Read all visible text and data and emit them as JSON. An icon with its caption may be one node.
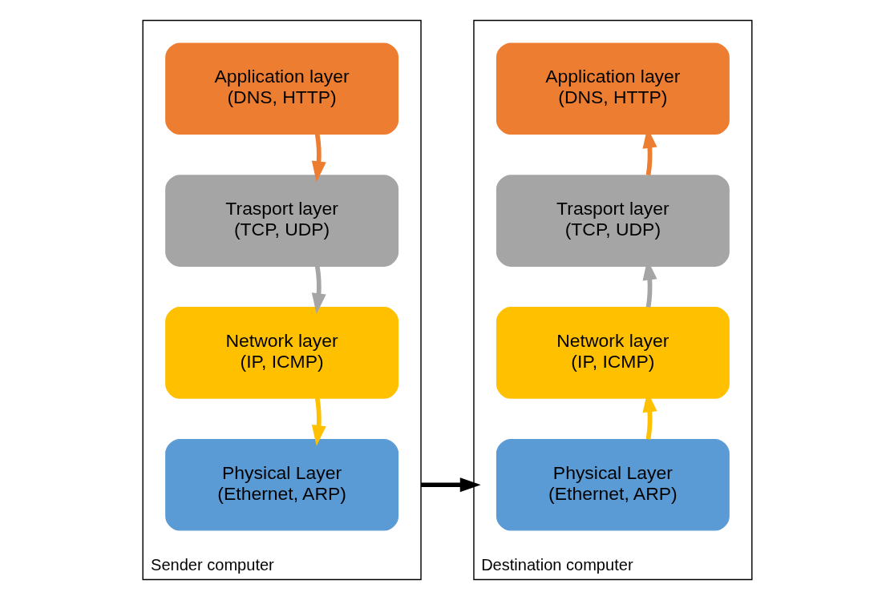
{
  "diagram": {
    "nodes": [
      {
        "text": [
          "Sender computer"
        ]
      },
      {
        "text": [
          "Application layer",
          "(DNS, HTTP)"
        ],
        "in": 0
      },
      {
        "text": [
          "Trasport layer",
          "(TCP, UDP)"
        ],
        "in": 0
      },
      {
        "text": [
          "Network layer",
          "(IP, ICMP)"
        ],
        "in": 0
      },
      {
        "text": [
          "Physical Layer",
          "(Ethernet, ARP)"
        ],
        "in": 0
      },
      {
        "text": [
          "Destination computer"
        ]
      },
      {
        "text": [
          "Application layer",
          "(DNS, HTTP)"
        ],
        "in": 5
      },
      {
        "text": [
          "Trasport layer",
          "(TCP, UDP)"
        ],
        "in": 5
      },
      {
        "text": [
          "Network layer",
          "(IP, ICMP)"
        ],
        "in": 5
      },
      {
        "text": [
          "Physical Layer",
          "(Ethernet, ARP)"
        ],
        "in": 5
      }
    ],
    "edges": [
      {
        "from": 1,
        "to": 2,
        "arrow": "to",
        "color": "#ed7d31"
      },
      {
        "from": 2,
        "to": 3,
        "arrow": "to",
        "color": "#a5a5a5"
      },
      {
        "from": 3,
        "to": 4,
        "arrow": "to",
        "color": "#ffc000"
      },
      {
        "from": 0,
        "to": 5,
        "arrow": "to",
        "color": "#000000"
      },
      {
        "from": 9,
        "to": 8,
        "arrow": "to",
        "color": "#ffc000"
      },
      {
        "from": 8,
        "to": 7,
        "arrow": "to",
        "color": "#a5a5a5"
      },
      {
        "from": 7,
        "to": 6,
        "arrow": "to",
        "color": "#ed7d31"
      }
    ]
  }
}
